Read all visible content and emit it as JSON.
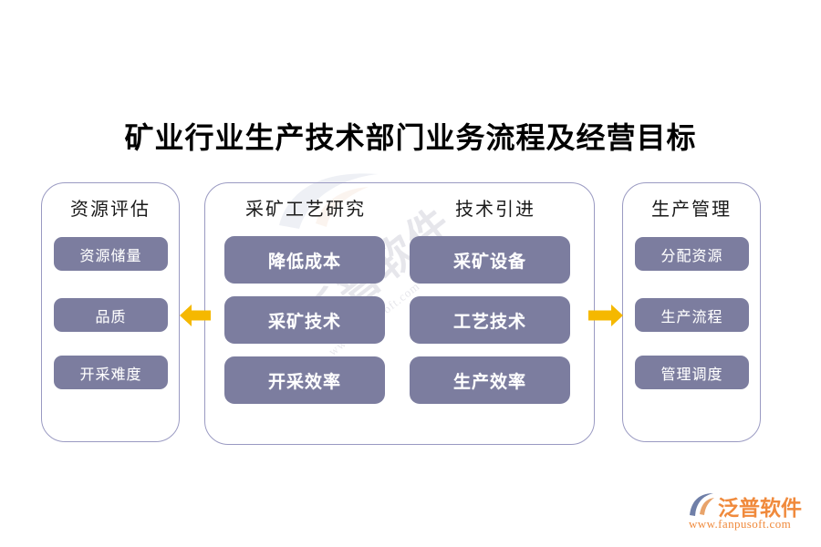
{
  "title": "矿业行业生产技术部门业务流程及经营目标",
  "watermark": {
    "text": "泛普软件",
    "url": "www.fanpusoft.com"
  },
  "panels": {
    "left": {
      "heading": "资源评估",
      "items": [
        "资源储量",
        "品质",
        "开采难度"
      ]
    },
    "center": {
      "columns": [
        {
          "heading": "采矿工艺研究",
          "items": [
            "降低成本",
            "采矿技术",
            "开采效率"
          ]
        },
        {
          "heading": "技术引进",
          "items": [
            "采矿设备",
            "工艺技术",
            "生产效率"
          ]
        }
      ]
    },
    "right": {
      "heading": "生产管理",
      "items": [
        "分配资源",
        "生产流程",
        "管理调度"
      ]
    }
  },
  "arrows": [
    {
      "name": "arrow-left",
      "direction": "left"
    },
    {
      "name": "arrow-right",
      "direction": "right"
    }
  ],
  "brand": {
    "name": "泛普软件",
    "url": "www.fanpusoft.com"
  },
  "colors": {
    "background": "#ffffff",
    "panel_border": "#9a9ac2",
    "item_fill": "#7c7d9f",
    "item_text": "#ffffff",
    "arrow": "#f5b800",
    "title_text": "#000000",
    "brand": "#f08a3c",
    "brand_mark": "#6f7fa8"
  }
}
